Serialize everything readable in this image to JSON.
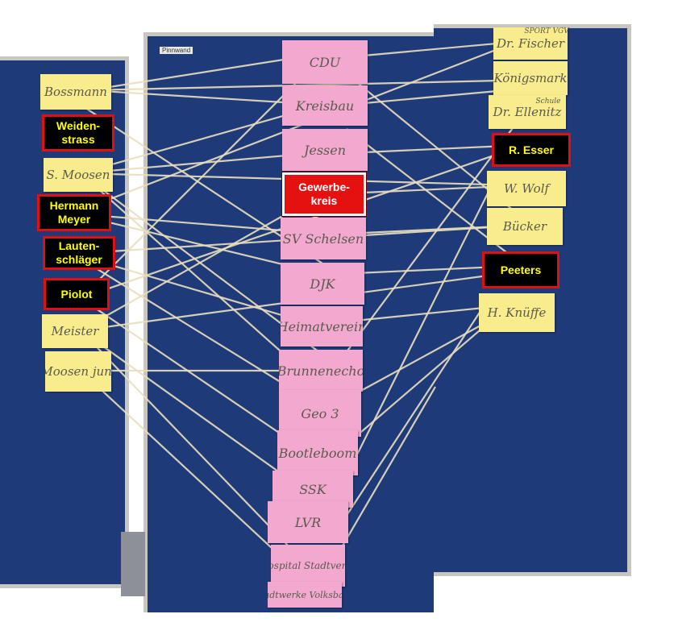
{
  "photo": {
    "board_label": "Pinnwand",
    "colors": {
      "board": "#1f3a78",
      "frame": "#c8c6c0",
      "string": "#e9dfbf",
      "yellow_card": "#f8ec8c",
      "pink_card": "#f3a9cf",
      "highlight_border": "#e01010",
      "highlight_text": "#ffff00"
    }
  },
  "left_cards": [
    "Bossmann",
    "S. Moosen",
    "Meister",
    "Moosen jun."
  ],
  "left_highlights": [
    "Weiden-\nstrass",
    "Hermann\nMeyer",
    "Lauten-\nschläger",
    "Piolot"
  ],
  "middle_cards": [
    "CDU",
    "Kreisbau",
    "Jessen",
    "SV Schelsen",
    "DJK",
    "Heimatverein",
    "Brunnenecho",
    "Geo 3",
    "Bootleboom",
    "SSK",
    "LVR",
    "Hospital Stadtverw.",
    "Stadtwerke Volksbank"
  ],
  "middle_highlight": "Gewerbe-\nkreis",
  "right_cards": [
    "Dr. Fischer",
    "Königsmark",
    "Dr. Ellenitz",
    "W. Wolf",
    "Bücker",
    "H. Knüffe"
  ],
  "right_card_notes": [
    "SPORT VGV",
    "Schule"
  ],
  "right_highlights": [
    "R. Esser",
    "Peeters"
  ]
}
